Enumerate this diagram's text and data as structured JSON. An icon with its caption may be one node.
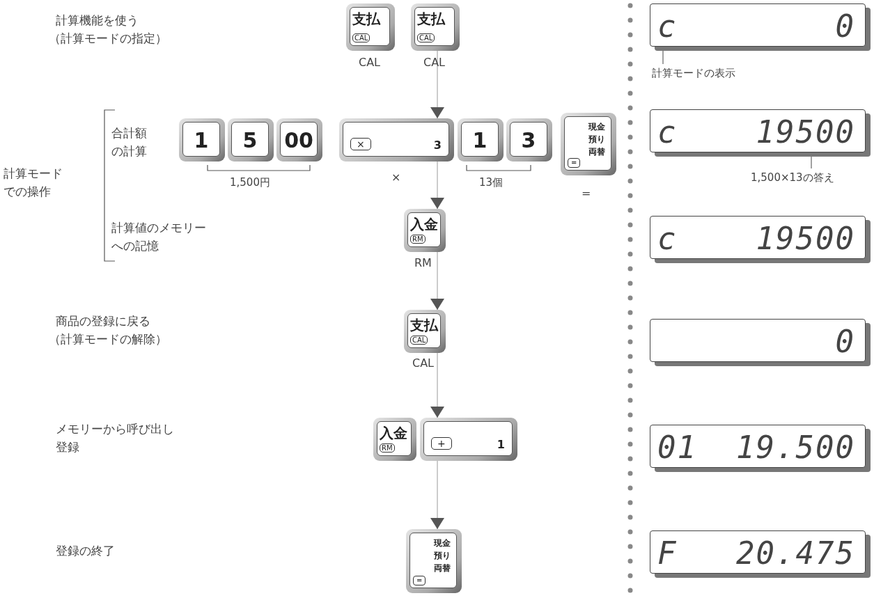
{
  "diagram": {
    "nodes": [
      {
        "text": [
          "支払",
          "CAL"
        ],
        "beside": [
          "CAL"
        ]
      },
      {
        "text": [
          "支払",
          "CAL"
        ],
        "beside": [
          "CAL"
        ]
      },
      {
        "text": [
          "c",
          "0"
        ]
      },
      {
        "text": [
          "計算モードの表示"
        ]
      },
      {
        "text": [
          "1"
        ]
      },
      {
        "text": [
          "5"
        ]
      },
      {
        "text": [
          "00"
        ]
      },
      {
        "text": [
          "×",
          "3"
        ],
        "beside": [
          "×"
        ]
      },
      {
        "text": [
          "1"
        ]
      },
      {
        "text": [
          "3"
        ]
      },
      {
        "text": [
          "現金",
          "預り",
          "両替",
          "="
        ],
        "beside": [
          "="
        ]
      },
      {
        "text": [
          "c",
          "19500"
        ]
      },
      {
        "text": [
          "1,500×13の答え"
        ]
      },
      {
        "text": [
          "入金",
          "RM"
        ],
        "beside": [
          "RM"
        ]
      },
      {
        "text": [
          "c",
          "19500"
        ]
      },
      {
        "text": [
          "支払",
          "CAL"
        ],
        "beside": [
          "CAL"
        ]
      },
      {
        "text": [
          "0"
        ]
      },
      {
        "text": [
          "入金",
          "RM"
        ]
      },
      {
        "text": [
          "+",
          "1"
        ]
      },
      {
        "text": [
          "01",
          "19.500"
        ]
      },
      {
        "text": [
          "現金",
          "預り",
          "両替",
          "="
        ]
      },
      {
        "text": [
          "F",
          "20.475"
        ]
      }
    ],
    "edges": [
      {
        "from": 1,
        "to": 7,
        "arrow": "to"
      },
      {
        "from": 7,
        "to": 13,
        "arrow": "to"
      },
      {
        "from": 13,
        "to": 15,
        "arrow": "to"
      },
      {
        "from": 15,
        "to": 18,
        "arrow": "to"
      },
      {
        "from": 18,
        "to": 20,
        "arrow": "to"
      },
      {
        "from": 3,
        "to": 2,
        "arrow": "none"
      },
      {
        "from": 12,
        "to": 11,
        "arrow": "none"
      }
    ],
    "labels": [
      "計算機能を使う",
      "（計算モードの指定）",
      "計算モードでの操作",
      "合計額の計算",
      "1,500円",
      "13個",
      "計算値のメモリーへの記憶",
      "商品の登録に戻る",
      "（計算モードの解除）",
      "メモリーから呼び出し登録",
      "登録の終了"
    ]
  }
}
